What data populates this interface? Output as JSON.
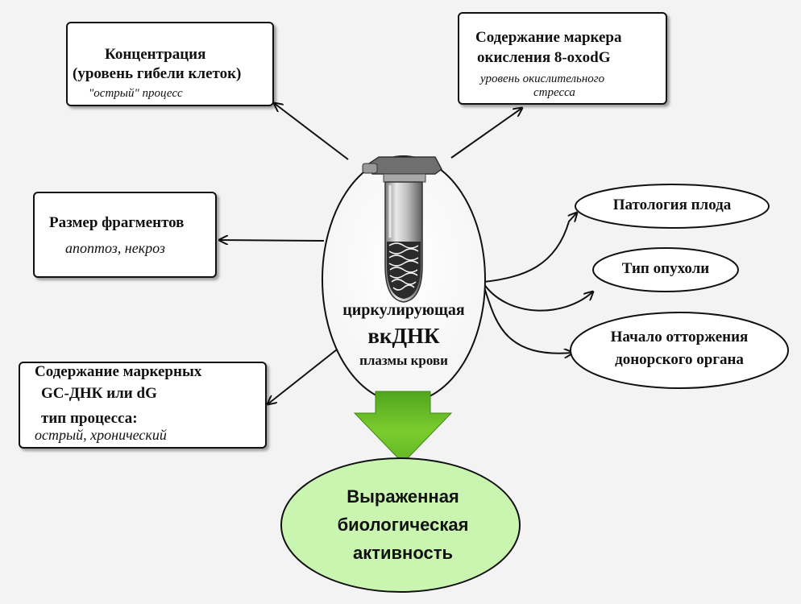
{
  "colors": {
    "background": "#f3f3f3",
    "box_border": "#111111",
    "arrow_green": "#6fc22a",
    "result_fill": "#c9f5b0"
  },
  "center": {
    "line1": "циркулирующая",
    "line2": "вкДНК",
    "line3": "плазмы крови",
    "image_icon": "test-tube-dna-icon"
  },
  "boxes": {
    "concentration": {
      "title1": "Концентрация",
      "title2": "(уровень гибели клеток)",
      "note": "\"острый\" процесс"
    },
    "oxidation": {
      "title1": "Содержание маркера",
      "title2": "окисления 8-oxodG",
      "note1": "уровень окислительного",
      "note2": "стресса"
    },
    "fragments": {
      "title": "Размер фрагментов",
      "note": "апоптоз, некроз"
    },
    "markers": {
      "title1": "Содержание маркерных",
      "title2": "GC-ДНК или  dG",
      "title3": "тип процесса:",
      "note": "острый, хронический"
    }
  },
  "ellipses": {
    "fetus": "Патология плода",
    "tumor": "Тип опухоли",
    "rejection1": "Начало отторжения",
    "rejection2": "донорского органа"
  },
  "result": {
    "line1": "Выраженная",
    "line2": "биологическая",
    "line3": "активность"
  }
}
